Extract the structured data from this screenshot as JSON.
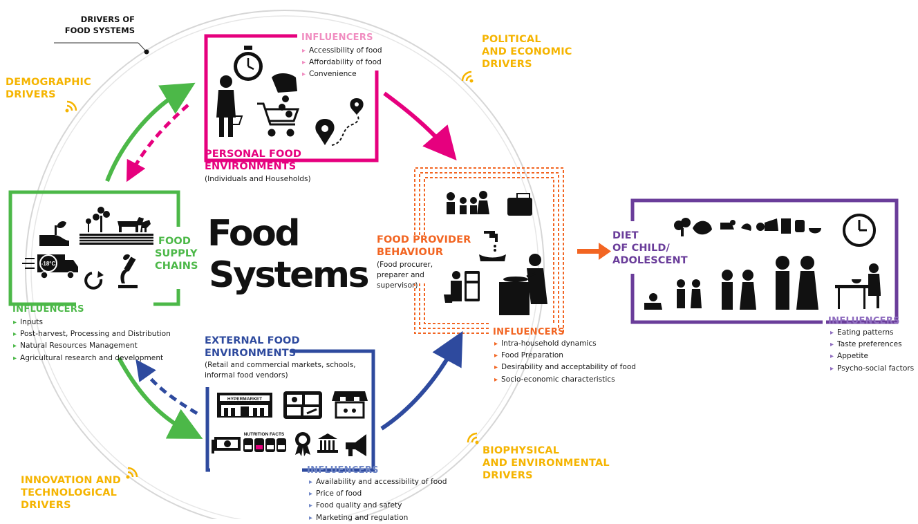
{
  "title": {
    "line1": "Food",
    "line2": "Systems"
  },
  "drivers_label": {
    "line1": "DRIVERS OF",
    "line2": "FOOD SYSTEMS"
  },
  "drivers": {
    "demographic": [
      "DEMOGRAPHIC",
      "DRIVERS"
    ],
    "political": [
      "POLITICAL",
      "AND ECONOMIC",
      "DRIVERS"
    ],
    "innovation": [
      "INNOVATION AND",
      "TECHNOLOGICAL",
      "DRIVERS"
    ],
    "biophysical": [
      "BIOPHYSICAL",
      "AND ENVIRONMENTAL",
      "DRIVERS"
    ]
  },
  "personal": {
    "title": [
      "PERSONAL FOOD",
      "ENVIRONMENTS"
    ],
    "subtitle": "(Individuals and Households)",
    "influencers_label": "INFLUENCERS",
    "influencers": [
      "Accessibility of food",
      "Affordability of food",
      "Convenience"
    ]
  },
  "supply": {
    "title": [
      "FOOD",
      "SUPPLY",
      "CHAINS"
    ],
    "truck_label": "-18°C",
    "influencers_label": "INFLUENCERS",
    "influencers": [
      "Inputs",
      "Post-harvest, Processing and Distribution",
      "Natural Resources Management",
      "Agricultural research and development"
    ]
  },
  "external": {
    "title": [
      "EXTERNAL FOOD",
      "ENVIRONMENTS"
    ],
    "subtitle": [
      "(Retail and commercial markets, schools,",
      "informal food vendors)"
    ],
    "shop_sign": "HYPERMARKET",
    "nutrition_label": "NUTRITION FACTS",
    "influencers_label": "INFLUENCERS",
    "influencers": [
      "Availability and accessibility of food",
      "Price of food",
      "Food quality and safety",
      "Marketing and regulation"
    ]
  },
  "provider": {
    "title": [
      "FOOD PROVIDER",
      "BEHAVIOUR"
    ],
    "subtitle": [
      "(Food procurer,",
      "preparer and",
      "supervisor)"
    ],
    "influencers_label": "INFLUENCERS",
    "influencers": [
      "Intra-household dynamics",
      "Food Preparation",
      "Desirability and acceptability of food",
      "Socio-economic characteristics"
    ]
  },
  "diet": {
    "title": [
      "DIET",
      "OF CHILD/",
      "ADOLESCENT"
    ],
    "influencers_label": "INFLUENCERS",
    "influencers": [
      "Eating patterns",
      "Taste preferences",
      "Appetite",
      "Psycho-social factors"
    ]
  },
  "colors": {
    "pink": "#e6007e",
    "green": "#4cb848",
    "blue": "#2e4a9e",
    "orange": "#f26522",
    "purple": "#6a3d9a",
    "yellow": "#f5b400",
    "ring": "#d9d9d9"
  }
}
